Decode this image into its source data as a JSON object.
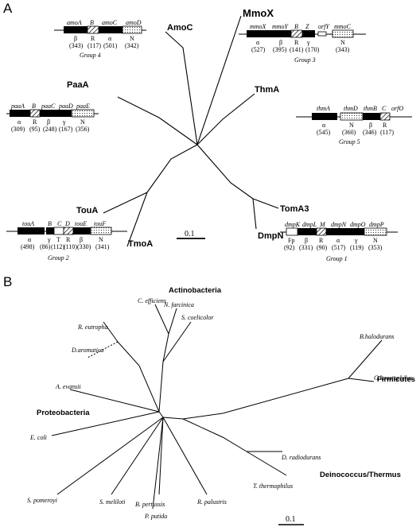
{
  "panel_a": {
    "letter": "A",
    "scale_label": "0.1",
    "proteins": {
      "amoc": "AmoC",
      "mmox": "MmoX",
      "thma": "ThmA",
      "paaa": "PaaA",
      "toua": "TouA",
      "tmoa": "TmoA",
      "tom3": "TomA3",
      "dmpn": "DmpN"
    },
    "groups": {
      "g4": {
        "title": "Group 4",
        "genes": [
          "amoA",
          "B",
          "amoC",
          "amoD"
        ],
        "subunits": [
          "β",
          "R",
          "α",
          "N"
        ],
        "sizes": [
          "(343)",
          "(117)",
          "(501)",
          "(342)"
        ]
      },
      "g3": {
        "title": "Group 3",
        "genes": [
          "mmoX",
          "mmoY",
          "B",
          "Z",
          "orfY",
          "mmoC"
        ],
        "subunits": [
          "α",
          "β",
          "R",
          "γ",
          "N"
        ],
        "sizes": [
          "(527)",
          "(395)",
          "(141)",
          "(170)",
          "(343)"
        ]
      },
      "g5": {
        "title": "Group 5",
        "genes": [
          "thmA",
          "thmD",
          "thmB",
          "C",
          "orfO"
        ],
        "subunits": [
          "α",
          "N",
          "β",
          "R"
        ],
        "sizes": [
          "(545)",
          "(360)",
          "(346)",
          "(117)"
        ]
      },
      "g6": {
        "title": "",
        "genes": [
          "paaA",
          "B",
          "paaC",
          "paaD",
          "paaE"
        ],
        "subunits": [
          "α",
          "R",
          "β",
          "γ",
          "N"
        ],
        "sizes": [
          "(309)",
          "(95)",
          "(248)",
          "(167)",
          "(356)"
        ]
      },
      "g2": {
        "title": "Group 2",
        "genes": [
          "touA",
          "B",
          "C",
          "D",
          "touE",
          "touF"
        ],
        "subunits": [
          "α",
          "γ",
          "T",
          "R",
          "β",
          "N"
        ],
        "sizes": [
          "(498)",
          "(86)",
          "(112)",
          "(110)",
          "(330)",
          "(341)"
        ]
      },
      "g1": {
        "title": "Group 1",
        "genes": [
          "dmpK",
          "dmpL",
          "M",
          "dmpN",
          "dmpO",
          "dmpP"
        ],
        "subunits": [
          "Fp",
          "β",
          "R",
          "α",
          "γ",
          "N"
        ],
        "sizes": [
          "(92)",
          "(331)",
          "(90)",
          "(517)",
          "(119)",
          "(353)"
        ]
      }
    }
  },
  "panel_b": {
    "letter": "B",
    "scale_label": "0.1",
    "clades": [
      "Actinobacteria",
      "Firmicutes",
      "Proteobacteria",
      "Deinococcus/Thermus"
    ],
    "taxa": {
      "ceff": "C. efficiens",
      "nfar": "N. farcinica",
      "scoe": "S. coelicolor",
      "bhal": "B.halodurans",
      "gkau": "G.kaustophilus",
      "reut": "R. eutropha",
      "daro": "D.aromatica",
      "aeva": "A. evansii",
      "ecol": "E. coli",
      "drad": "D. radiodurans",
      "tthe": "T. thermophilus",
      "spom": "S. pomeroyi",
      "smel": "S. meliloti",
      "bper": "B. pertussis",
      "rpal": "R. palustris",
      "pput": "P. putida"
    }
  }
}
